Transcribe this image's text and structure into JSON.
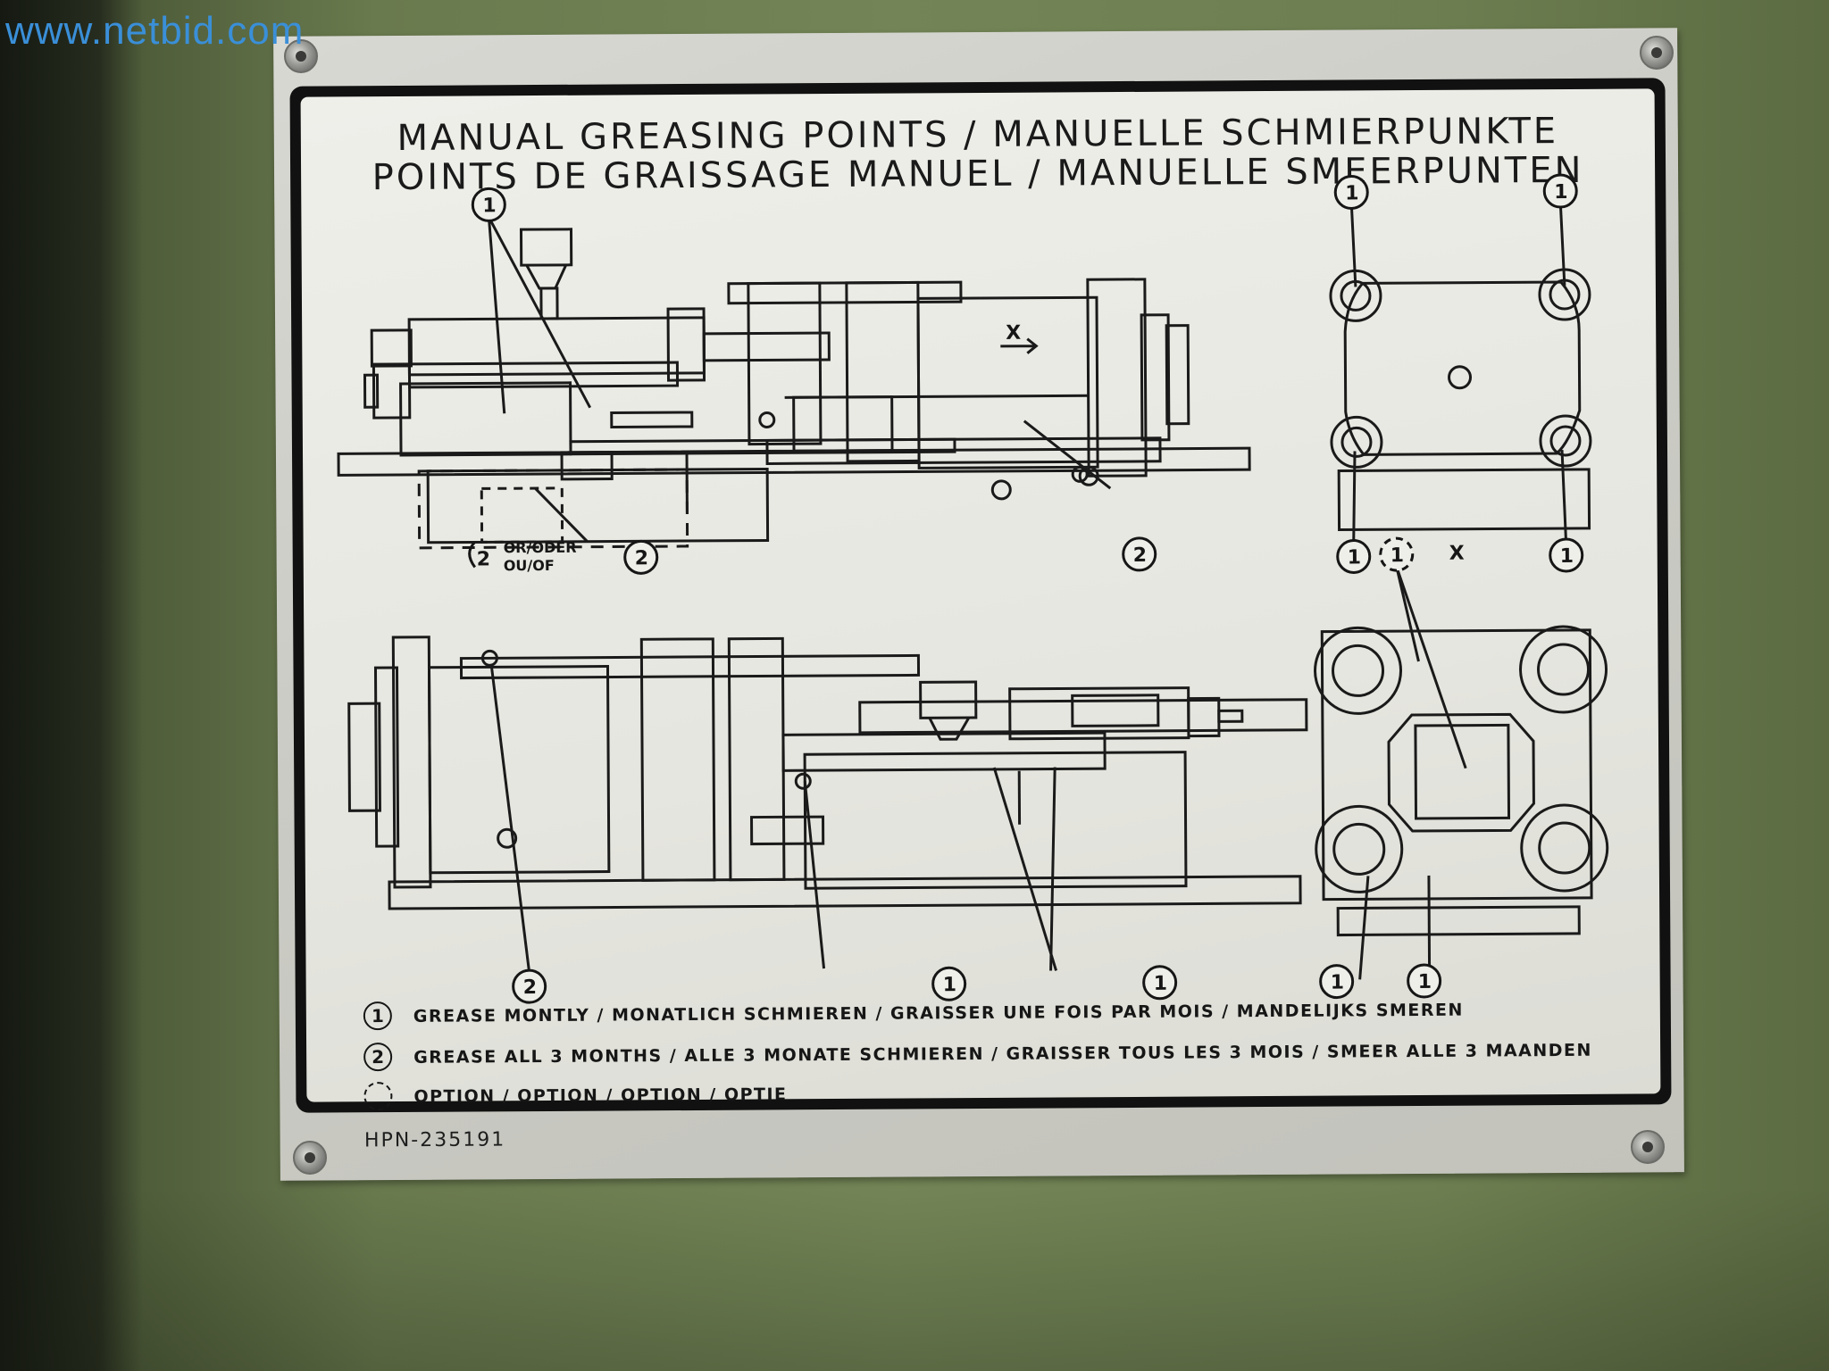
{
  "watermark": "www.netbid.com",
  "plate": {
    "title_line1": "MANUAL GREASING POINTS / MANUELLE SCHMIERPUNKTE",
    "title_line2": "POINTS DE GRAISSAGE MANUEL / MANUELLE SMEERPUNTEN",
    "part_number": "HPN-235191",
    "markers": {
      "one": "1",
      "two": "2",
      "or_oder": "OR/ODER",
      "ou_of": "OU/OF",
      "x_mark": "X"
    },
    "legend": [
      {
        "symbol": "1",
        "text": "GREASE MONTLY / MONATLICH SCHMIEREN / GRAISSER UNE FOIS PAR MOIS / MANDELIJKS SMEREN"
      },
      {
        "symbol": "2",
        "text": "GREASE ALL 3 MONTHS / ALLE 3 MONATE SCHMIEREN / GRAISSER TOUS LES 3 MOIS / SMEER ALLE 3 MAANDEN"
      },
      {
        "symbol": "",
        "text": "OPTION / OPTION / OPTION / OPTIE"
      }
    ]
  }
}
